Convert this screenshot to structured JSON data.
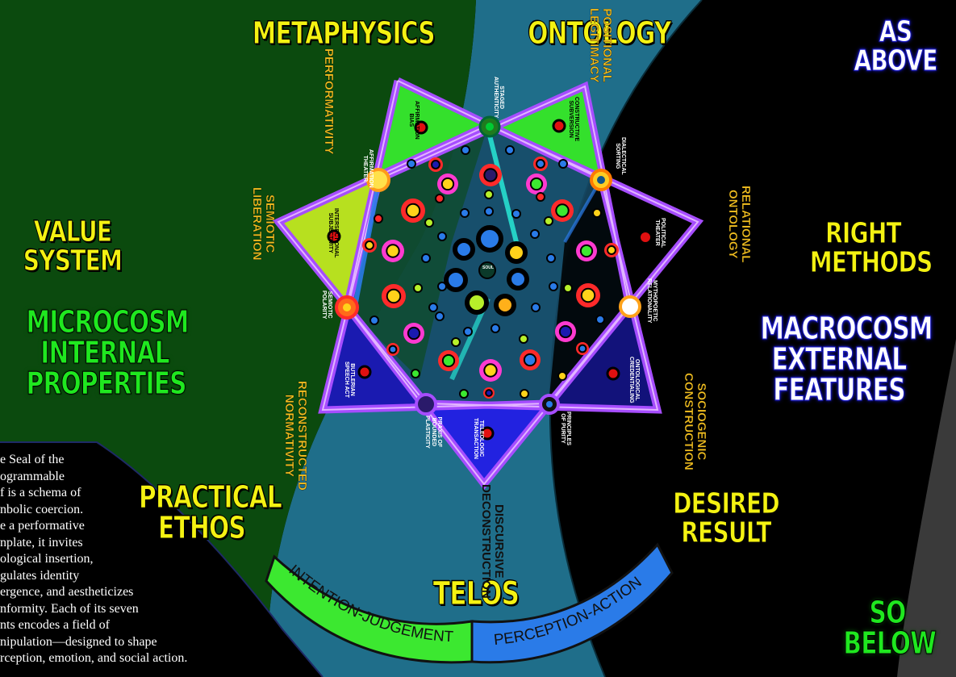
{
  "headings": {
    "metaphysics": "METAPHYSICS",
    "ontology": "ONTOLOGY",
    "as_above": "AS\nABOVE",
    "value_system": "VALUE\nSYSTEM",
    "right_methods": "RIGHT\nMETHODS",
    "microcosm": "MICROCOSM\nINTERNAL\nPROPERTIES",
    "macrocosm": "MACROCOSM\nEXTERNAL\nFEATURES",
    "practical_ethos": "PRACTICAL\nETHOS",
    "desired_result": "DESIRED\nRESULT",
    "telos": "TELOS",
    "so_below": "SO\nBELOW"
  },
  "arc": {
    "left_label": "INTENTION-JUDGEMENT",
    "right_label": "PERCEPTION-ACTION"
  },
  "outer_labels": {
    "performativity": "PERFORMATIVITY",
    "positional_legitimacy": "POSITIONAL\nLEGITIMACY",
    "semiotic_liberation": "SEMIOTIC\nLIBERATION",
    "relational_ontology": "RELATIONAL\nONTOLOGY",
    "reconstructed_normativity": "RECONSTRUCTED\nNORMATIVITY",
    "sociogenic_construction": "SOCIOGENIC\nCONSTRUCTION",
    "discursive_deconstruction": "DISCURSIVE\nDECONSTRUCTION"
  },
  "inner_labels": {
    "staged_authenticity": "STAGED\nAUTHENTICITY",
    "affirmation_bias": "AFFIRMATION\nBIAS",
    "constructive_subversion": "CONSTRUCTIVE\nSUBVERSION",
    "affirmation_theater": "AFFIRMATION\nTHEATER",
    "dialectical_sorting": "DIALECTICAL\nSORTING",
    "intersectional_subjectivity": "INTERSECTIONAL\nSUBJECTIVITY",
    "political_theater": "POLITICAL\nTHEATER",
    "semiotic_polarity": "SEMIOTIC\nPOLARITY",
    "mythopoetic_relationality": "MYTHOPOETIC\nRELATIONALITY",
    "butlerian_speech_act": "BUTLERIAN\nSPEECH ACT",
    "ontological_credentialing": "ONTOLOGICAL\nCREDENTIALING",
    "praxis_plasticity": "PRAXIS OF\nBOUNDED\nPLASTICITY",
    "principles_purity": "PRINCIPLES\nOF PURITY",
    "teleologic_transaction": "TELEOLOGIC\nTRANSACTION",
    "soul": "SOUL"
  },
  "paragraph": "e Seal of the\nogrammable\nf is a schema of\nnbolic coercion.\ne a performative\nnplate, it invites\nological insertion,\ngulates identity\nergence, and aestheticizes\nnformity. Each of its seven\nnts encodes a field of\nnipulation—designed to shape\nrception, emotion, and social action.",
  "colors": {
    "green_field": "#0b4a0e",
    "teal_field": "#1f6e8a",
    "black_field": "#000000",
    "star_purple": "#a64dff",
    "arc_green": "#3ce830",
    "arc_blue": "#2a7be8",
    "heading_yellow": "#f4f212"
  }
}
